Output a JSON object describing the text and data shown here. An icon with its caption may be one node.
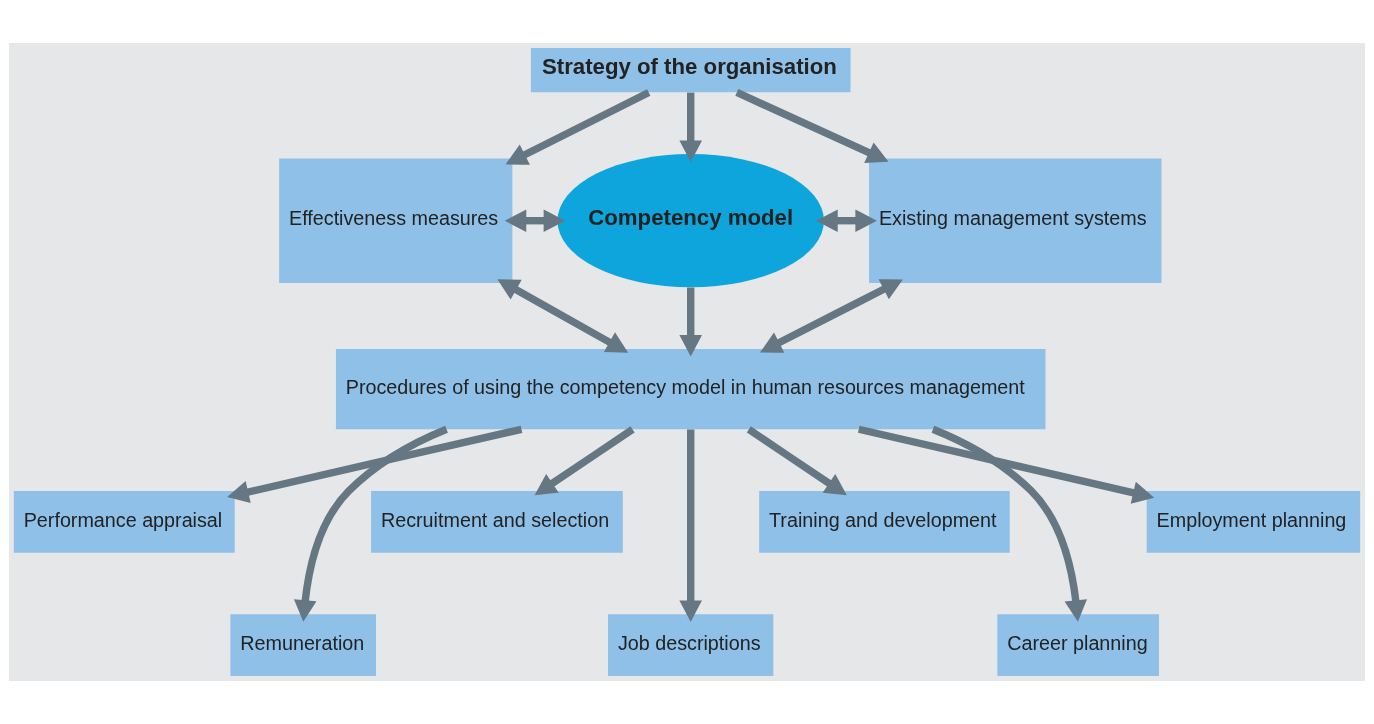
{
  "diagram": {
    "nodes": [
      {
        "text": [
          "Strategy of the organisation"
        ]
      },
      {
        "text": [
          "Effectiveness measures"
        ]
      },
      {
        "text": [
          "Competency model"
        ]
      },
      {
        "text": [
          "Existing management systems"
        ]
      },
      {
        "text": [
          "Procedures of using the competency model in human resources management"
        ]
      },
      {
        "text": [
          "Performance appraisal"
        ]
      },
      {
        "text": [
          "Recruitment and selection"
        ]
      },
      {
        "text": [
          "Training and development"
        ]
      },
      {
        "text": [
          "Employment planning"
        ]
      },
      {
        "text": [
          "Remuneration"
        ]
      },
      {
        "text": [
          "Job descriptions"
        ]
      },
      {
        "text": [
          "Career planning"
        ]
      }
    ],
    "edges": [
      {
        "from": 0,
        "to": 1,
        "arrow": "to"
      },
      {
        "from": 0,
        "to": 2,
        "arrow": "to"
      },
      {
        "from": 0,
        "to": 3,
        "arrow": "to"
      },
      {
        "from": 1,
        "to": 2,
        "arrow": "both"
      },
      {
        "from": 2,
        "to": 3,
        "arrow": "both"
      },
      {
        "from": 1,
        "to": 4,
        "arrow": "both"
      },
      {
        "from": 2,
        "to": 4,
        "arrow": "to"
      },
      {
        "from": 3,
        "to": 4,
        "arrow": "both"
      },
      {
        "from": 4,
        "to": 5,
        "arrow": "to"
      },
      {
        "from": 4,
        "to": 9,
        "arrow": "to"
      },
      {
        "from": 4,
        "to": 6,
        "arrow": "to"
      },
      {
        "from": 4,
        "to": 10,
        "arrow": "to"
      },
      {
        "from": 4,
        "to": 7,
        "arrow": "to"
      },
      {
        "from": 4,
        "to": 11,
        "arrow": "to"
      },
      {
        "from": 4,
        "to": 8,
        "arrow": "to"
      }
    ]
  }
}
